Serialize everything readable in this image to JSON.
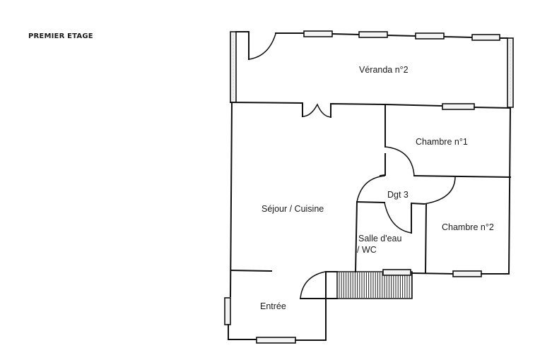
{
  "title": "PREMIER ETAGE",
  "rooms": {
    "veranda": "Véranda n°2",
    "chambre1": "Chambre n°1",
    "dgt": "Dgt 3",
    "sejour": "Séjour / Cuisine",
    "chambre2": "Chambre n°2",
    "salle_line1": "Salle d'eau",
    "salle_line2": "/ WC",
    "entree": "Entrée"
  }
}
